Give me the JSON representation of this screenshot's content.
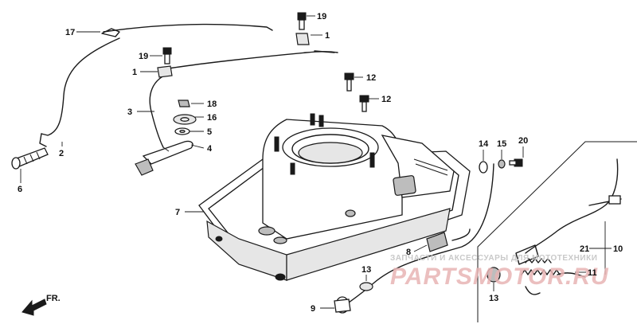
{
  "callouts": {
    "c17": "17",
    "c19a": "19",
    "c1a": "1",
    "c19b": "19",
    "c1b": "1",
    "c12a": "12",
    "c12b": "12",
    "c3": "3",
    "c18": "18",
    "c16": "16",
    "c5": "5",
    "c4": "4",
    "c2": "2",
    "c6": "6",
    "c7": "7",
    "c14": "14",
    "c15": "15",
    "c20": "20",
    "c10": "10",
    "c21": "21",
    "c11": "11",
    "c8": "8",
    "c13a": "13",
    "c13b": "13",
    "c9": "9"
  },
  "direction": {
    "label": "FR."
  },
  "watermark": {
    "top_text": "ЗАПЧАСТИ И АКСЕССУАРЫ ДЛЯ МОТОТЕХНИКИ",
    "logo_text": "PARTSMOTOR.RU"
  },
  "colors": {
    "line": "#1a1a1a",
    "watermark_logo": "#e8b4b4",
    "watermark_text": "#c9c9c9"
  }
}
